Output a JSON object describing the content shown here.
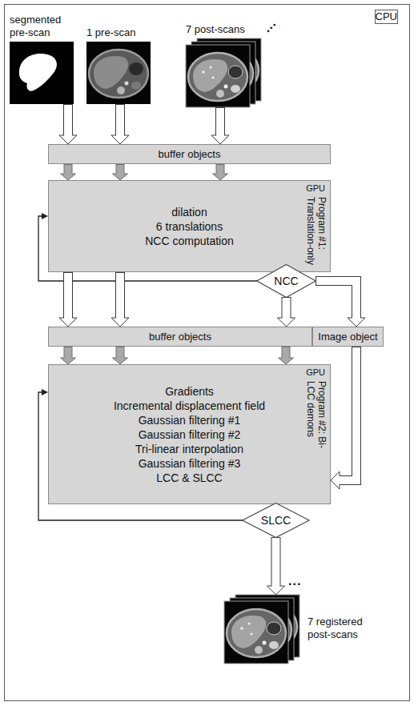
{
  "diagram": {
    "nodes": [
      {
        "text": [
          "CPU"
        ]
      },
      {
        "text": [
          "segmented pre-scan"
        ],
        "in": 0
      },
      {
        "text": [
          "1 pre-scan"
        ],
        "in": 0
      },
      {
        "text": [
          "7 post-scans"
        ],
        "in": 0
      },
      {
        "text": [
          "buffer objects"
        ],
        "in": 0
      },
      {
        "text": [
          "GPU",
          "dilation",
          "6 translations",
          "NCC computation",
          "Program #1: Translation-only"
        ],
        "in": 0
      },
      {
        "text": [
          "NCC"
        ],
        "in": 0
      },
      {
        "text": [
          "buffer objects"
        ],
        "in": 0
      },
      {
        "text": [
          "Image object"
        ],
        "in": 0
      },
      {
        "text": [
          "GPU",
          "Gradients",
          "Incremental displacement field",
          "Gaussian filtering #1",
          "Gaussian filtering #2",
          "Tri-linear interpolation",
          "Gaussian filtering #3",
          "LCC & SLCC",
          "Program #2: Bi-LCC demons"
        ],
        "in": 0
      },
      {
        "text": [
          "SLCC"
        ],
        "in": 0
      },
      {
        "text": [
          "7 registered post-scans"
        ],
        "in": 0
      }
    ],
    "edges": [
      {
        "from": 1,
        "to": 4,
        "arrow": "to"
      },
      {
        "from": 2,
        "to": 4,
        "arrow": "to"
      },
      {
        "from": 3,
        "to": 4,
        "arrow": "to"
      },
      {
        "from": 4,
        "to": 5,
        "arrow": "to"
      },
      {
        "from": 4,
        "to": 5,
        "arrow": "to"
      },
      {
        "from": 4,
        "to": 5,
        "arrow": "to"
      },
      {
        "from": 6,
        "to": 5,
        "arrow": "to"
      },
      {
        "from": 5,
        "to": 7,
        "arrow": "to"
      },
      {
        "from": 5,
        "to": 7,
        "arrow": "to"
      },
      {
        "from": 6,
        "to": 7,
        "arrow": "to"
      },
      {
        "from": 6,
        "to": 8,
        "arrow": "to"
      },
      {
        "from": 7,
        "to": 9,
        "arrow": "to"
      },
      {
        "from": 7,
        "to": 9,
        "arrow": "to"
      },
      {
        "from": 7,
        "to": 9,
        "arrow": "to"
      },
      {
        "from": 8,
        "to": 9,
        "arrow": "to"
      },
      {
        "from": 10,
        "to": 9,
        "arrow": "to"
      },
      {
        "from": 10,
        "to": 11,
        "arrow": "to"
      }
    ],
    "labels": [
      "...",
      "..."
    ]
  }
}
